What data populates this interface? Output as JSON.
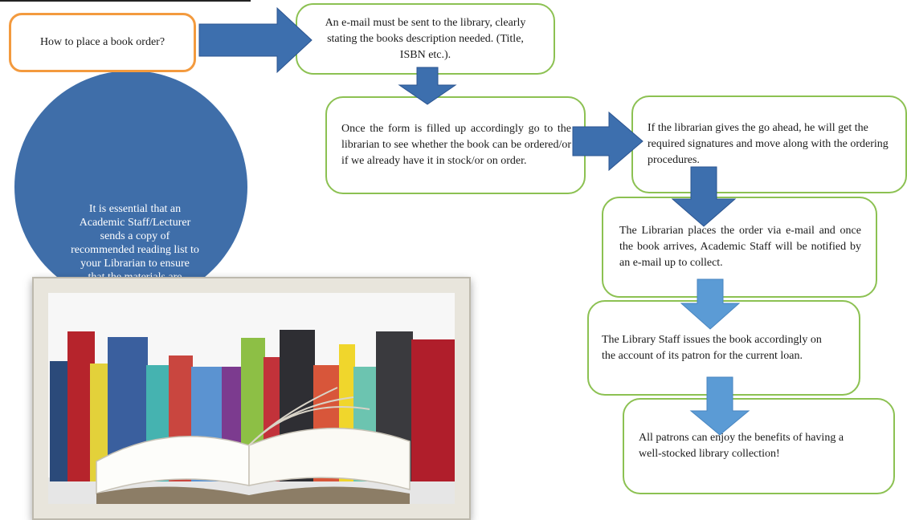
{
  "flow": {
    "start": "How to place a book order?",
    "step1": "An e-mail must be sent to the library, clearly stating the books description needed. (Title, ISBN etc.).",
    "step2": "Once the form is filled up accordingly go to the librarian to see whether the book can be ordered/or if we already have it in stock/or on order.",
    "step3": "If the librarian gives the go ahead, he will get the required signatures and move along with the ordering procedures.",
    "step4": "The Librarian places the order via e-mail and once the book arrives, Academic Staff will be notified by an e-mail up to collect.",
    "step5": "The Library Staff issues the book accordingly on the account of its patron for the current loan.",
    "step6": "All patrons can enjoy the benefits of having a well-stocked library collection!"
  },
  "note": "It is essential that an Academic Staff/Lecturer sends a copy of recommended reading list to your Librarian to ensure that the materials are available for your students in good time!",
  "colors": {
    "box_border": "#8cc152",
    "start_border": "#f39a3e",
    "arrow_dark": "#3d6fae",
    "arrow_light": "#5b9bd5",
    "circle": "#3f6ea9"
  }
}
